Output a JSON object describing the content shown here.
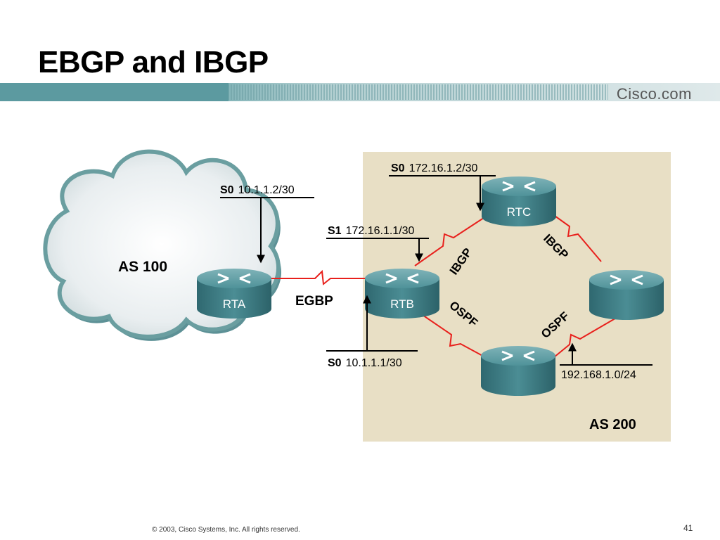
{
  "slide": {
    "title": "EBGP and IBGP",
    "brand": "Cisco.com",
    "footer": "© 2003, Cisco Systems, Inc. All rights reserved.",
    "page_number": "41"
  },
  "diagram": {
    "cloud_label": "AS 100",
    "region_label": "AS 200",
    "routers": {
      "rta": "RTA",
      "rtb": "RTB",
      "rtc": "RTC",
      "rtd": "",
      "rte": ""
    },
    "links": {
      "rta_rtb": "EGBP",
      "rtb_rtc": "IBGP",
      "rtc_rtd": "IBGP",
      "rtb_rte": "OSPF",
      "rte_rtd": "OSPF"
    },
    "interfaces": {
      "rta_s0": {
        "name": "S0",
        "address": "10.1.1.2/30"
      },
      "rtb_s1": {
        "name": "S1",
        "address": "172.16.1.1/30"
      },
      "rtb_s0": {
        "name": "S0",
        "address": "10.1.1.1/30"
      },
      "rtc_s0": {
        "name": "S0",
        "address": "172.16.1.2/30"
      },
      "rte_net": {
        "name": "",
        "address": "192.168.1.0/24"
      }
    },
    "colors": {
      "link": "#e8201c",
      "region": "#e8dfc5",
      "router": "#3d7f86",
      "cloud": "#6a9ea0"
    }
  }
}
